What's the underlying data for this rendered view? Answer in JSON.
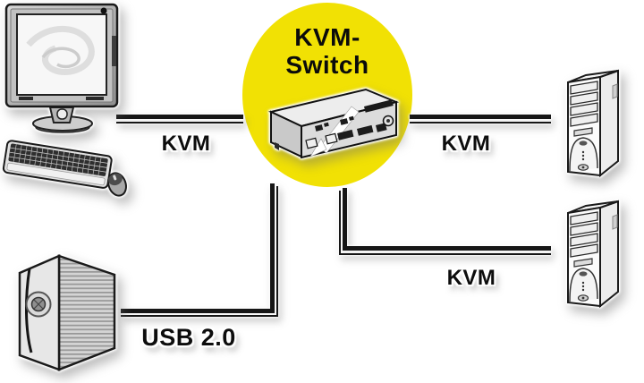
{
  "hub": {
    "title_line1": "KVM-",
    "title_line2": "Switch",
    "circle_color": "#F1E104",
    "device_name": "kvm-switch-box"
  },
  "connections": [
    {
      "id": "monitor-to-switch",
      "from": "monitor-keyboard-mouse",
      "to": "kvm-switch",
      "label": "KVM"
    },
    {
      "id": "switch-to-computer-1",
      "from": "kvm-switch",
      "to": "computer-tower-1",
      "label": "KVM"
    },
    {
      "id": "switch-to-computer-2",
      "from": "kvm-switch",
      "to": "computer-tower-2",
      "label": "KVM"
    },
    {
      "id": "drive-to-switch",
      "from": "external-usb-drive",
      "to": "kvm-switch",
      "label": "USB 2.0"
    }
  ],
  "devices": {
    "monitor": "lcd-monitor",
    "keyboard_mouse": "keyboard-and-mouse",
    "external_drive": "external-usb-drive",
    "computer_1": "desktop-tower",
    "computer_2": "desktop-tower"
  },
  "colors": {
    "line": "#161616",
    "text": "#0d0d0d",
    "background": "#ffffff"
  }
}
